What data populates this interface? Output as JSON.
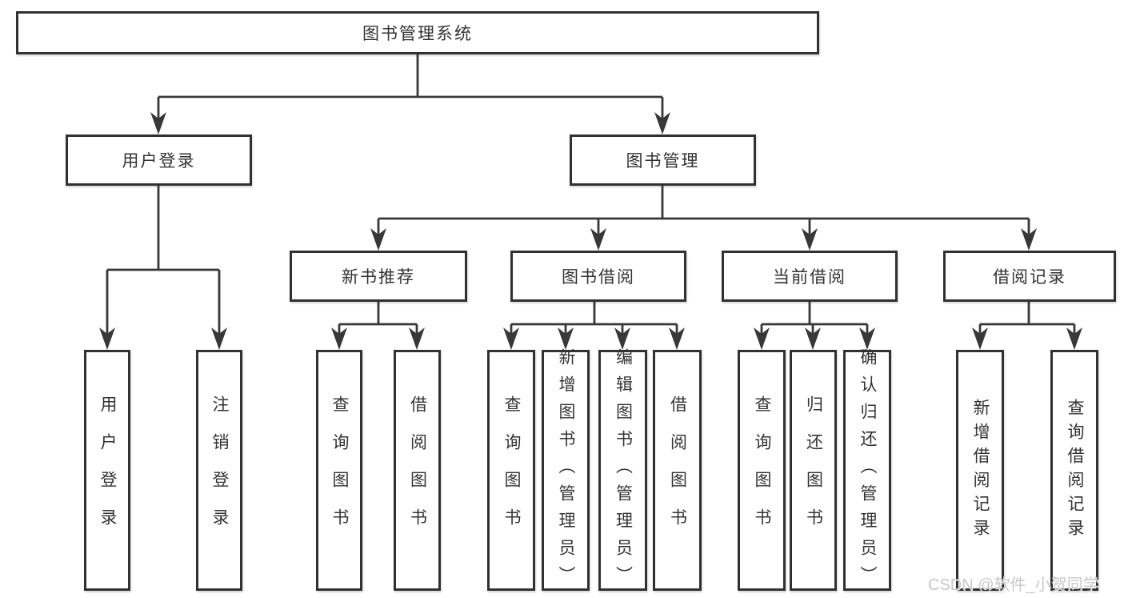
{
  "tree": {
    "root": {
      "label": "图书管理系统"
    },
    "children": [
      {
        "label": "用户登录",
        "children": [
          {
            "label": "用户登录"
          },
          {
            "label": "注销登录"
          }
        ]
      },
      {
        "label": "图书管理",
        "children": [
          {
            "label": "新书推荐",
            "children": [
              {
                "label": "查询图书"
              },
              {
                "label": "借阅图书"
              }
            ]
          },
          {
            "label": "图书借阅",
            "children": [
              {
                "label": "查询图书"
              },
              {
                "label": "新增图书（管理员）"
              },
              {
                "label": "编辑图书（管理员）"
              },
              {
                "label": "借阅图书"
              }
            ]
          },
          {
            "label": "当前借阅",
            "children": [
              {
                "label": "查询图书"
              },
              {
                "label": "归还图书"
              },
              {
                "label": "确认归还（管理员）"
              }
            ]
          },
          {
            "label": "借阅记录",
            "children": [
              {
                "label": "新增借阅记录"
              },
              {
                "label": "查询借阅记录"
              }
            ]
          }
        ]
      }
    ]
  },
  "watermark": {
    "label": "CSDN @软件_小贺同学"
  },
  "colors": {
    "line": "#383838",
    "box_border": "#313131",
    "box_fill": "#ffffff",
    "text": "#333333",
    "watermark": "#c8c8c8",
    "background": "#ffffff"
  }
}
